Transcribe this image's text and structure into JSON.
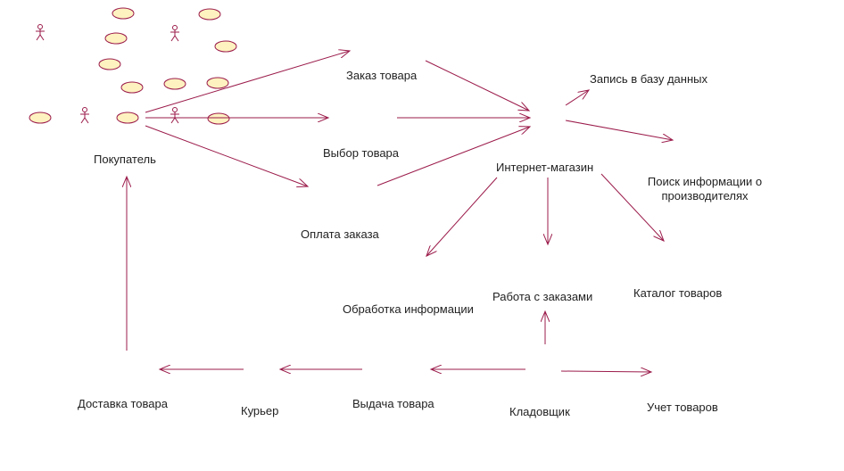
{
  "colors": {
    "line": "#9b1b4a",
    "ellipse_fill": "#fdf2c0",
    "ellipse_stroke": "#9b1b4a",
    "actor": "#9b1b4a",
    "text": "#222222"
  },
  "labels": {
    "zakaz_tovara": "Заказ товара",
    "zapis_v_bazu": "Запись в базу данных",
    "pokupatel": "Покупатель",
    "vybor_tovara": "Выбор товара",
    "internet_magazin": "Интернет-магазин",
    "poisk_info_line1": "Поиск информации о",
    "poisk_info_line2": "производителях",
    "oplata_zakaza": "Оплата заказа",
    "rabota_s_zakazami": "Работа с заказами",
    "katalog_tovarov": "Каталог товаров",
    "obrabotka_informacii": "Обработка информации",
    "dostavka_tovara": "Доставка товара",
    "kurer": "Курьер",
    "vydacha_tovara": "Выдача товара",
    "kladovshchik": "Кладовщик",
    "uchet_tovarov": "Учет товаров"
  },
  "icons": {
    "actor": "stick-figure-actor-icon",
    "use_case": "use-case-ellipse-icon"
  }
}
